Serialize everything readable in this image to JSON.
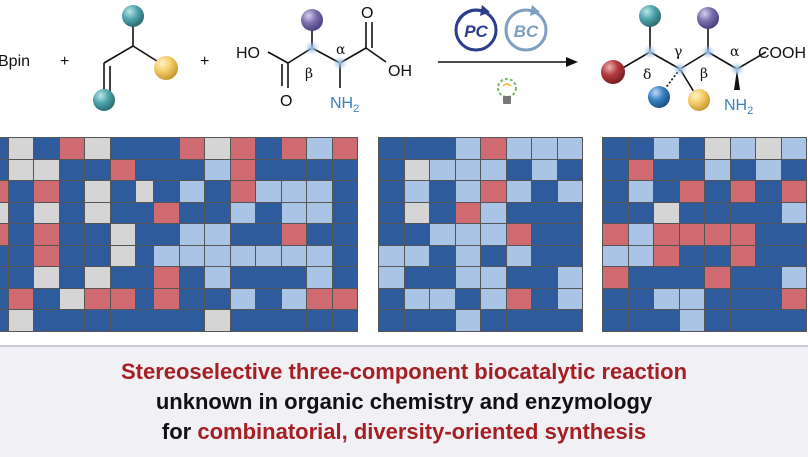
{
  "scheme": {
    "boron_reagent_fragment": "Bpin",
    "plus": "+",
    "acid_left": "HO",
    "acid_right": "OH",
    "carbonyl_o": "O",
    "amine": "NH",
    "amine_sub": "2",
    "beta": "β",
    "alpha": "α",
    "photocatalyst_label": "PC",
    "biocatalyst_label": "BC",
    "product_acid": "COOH",
    "product_amine": "NH",
    "product_amine_sub": "2",
    "delta": "δ",
    "gamma": "γ",
    "product_beta": "β",
    "product_alpha": "α",
    "icon_bulb": "lightbulb-icon",
    "icon_cycle": "cycle-arrow-icon"
  },
  "colors": {
    "dark_blue": "#2d5b9b",
    "light_blue": "#a9c4e4",
    "red": "#cf6b70",
    "gray": "#d5d5d5",
    "title_red": "#a51f24",
    "sphere_teal": "#4fa6ad",
    "sphere_yellow": "#f4cc6a",
    "sphere_purple": "#7c6fae",
    "sphere_red": "#b23a3e",
    "sphere_blue": "#3b82c4"
  },
  "grids": [
    [
      "BGBRGBBB",
      "BGGBBRBB",
      "RBRBGBGB",
      "GBGBGBBB",
      "RBRBBGBR",
      "BBRBBGBR",
      "BBGBGBBB",
      "BRBGRRBB",
      "BGBBBBBB"
    ],
    [
      "BRGRBRLR",
      "BBLRBBBB",
      "BLBRLLLB",
      "RBBLBLLB",
      "BLLBBRBB",
      "LLLLLLLB",
      "RBLBBBLB",
      "RBBLBLRR",
      "BBGBBBBB"
    ],
    [
      "BBBLRLLL",
      "BGLLLBLB",
      "BLBLRLBL",
      "BGBRLBBB",
      "BBLLLRBB",
      "LLBLBLBB",
      "LBBLLBBL",
      "BLLBLRBL",
      "BBBLBBBB"
    ],
    [
      "BBLBGLGL",
      "BRBBLBLB",
      "BLBRBRBR",
      "BBGBBBBL",
      "RLRRRRBB",
      "LLRBBRBB",
      "RBBBRBBL",
      "BBLLBBBR",
      "BBBLBBBB"
    ]
  ],
  "banner": {
    "line1": "Stereoselective three-component biocatalytic reaction",
    "line2": "unknown in organic chemistry and enzymology",
    "line3_prefix": "for ",
    "line3_highlight": "combinatorial, diversity-oriented synthesis"
  }
}
